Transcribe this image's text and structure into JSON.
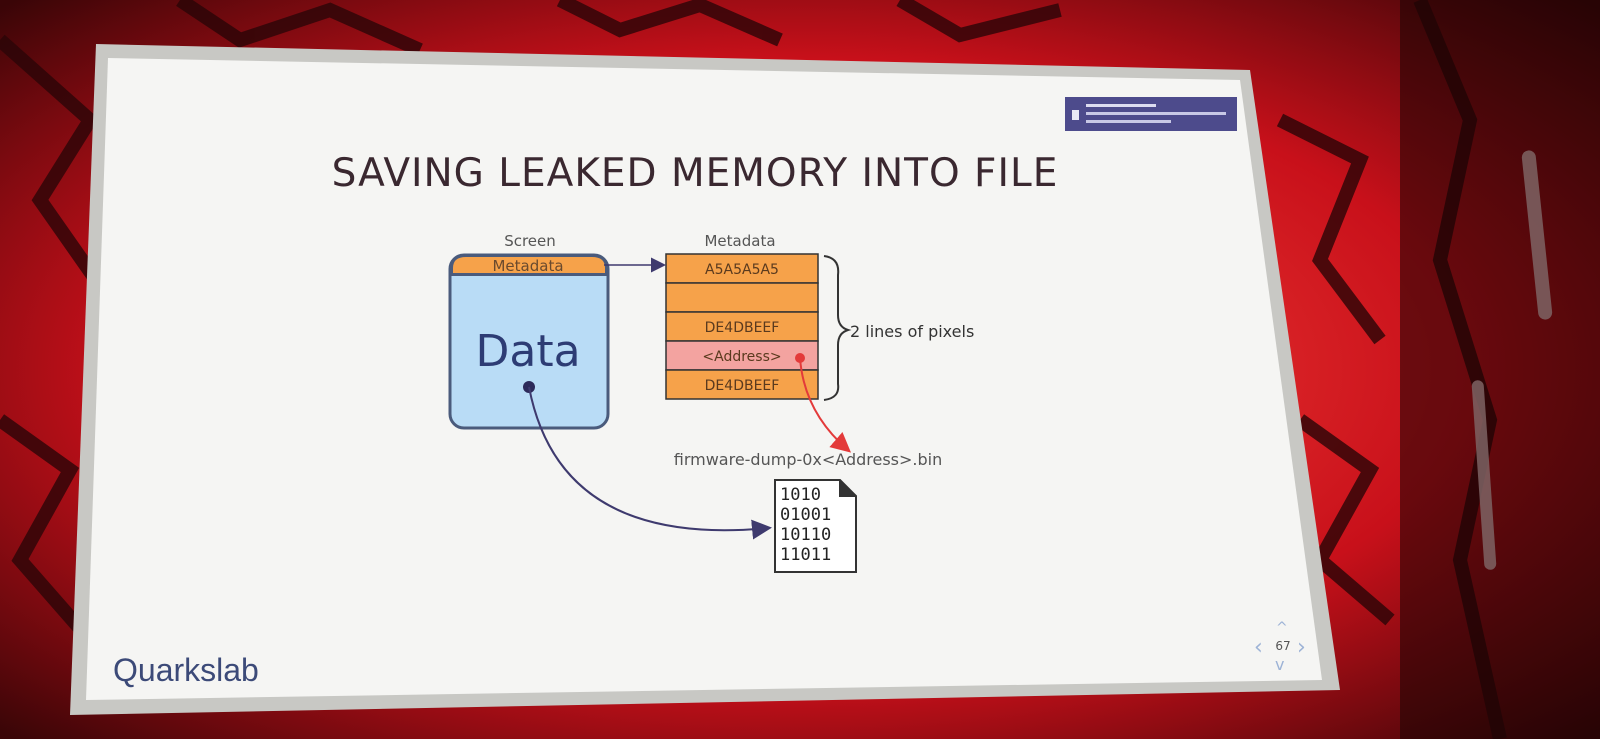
{
  "slide": {
    "title": "SAVING LEAKED MEMORY INTO FILE",
    "logo": "Quarkslab",
    "page_number": "67",
    "nav_icons": [
      "chevron-left-icon",
      "chevron-right-icon",
      "chevron-up-icon",
      "chevron-down-icon"
    ]
  },
  "diagram": {
    "screen_label": "Screen",
    "screen_header": "Metadata",
    "screen_body": "Data",
    "metadata_label": "Metadata",
    "metadata_rows": [
      "A5A5A5A5",
      "",
      "DE4DBEEF",
      "<Address>",
      "DE4DBEEF"
    ],
    "brace_label": "2 lines of pixels",
    "file_name": "firmware-dump-0x<Address>.bin",
    "file_lines": [
      "1010",
      "01001",
      "10110",
      "11011"
    ]
  },
  "colors": {
    "slide_bg": "#f5f5f3",
    "title": "#3a2830",
    "screen_fill": "#b9dcf6",
    "screen_border": "#4a5b7c",
    "orange": "#f6a24a",
    "address_pink": "#f3a3a0",
    "arrow_dark": "#3e3a6e",
    "arrow_red": "#e33a3a",
    "logo": "#3c4a78",
    "badge": "#4d4b8c",
    "stage_red": "#d1141b"
  }
}
